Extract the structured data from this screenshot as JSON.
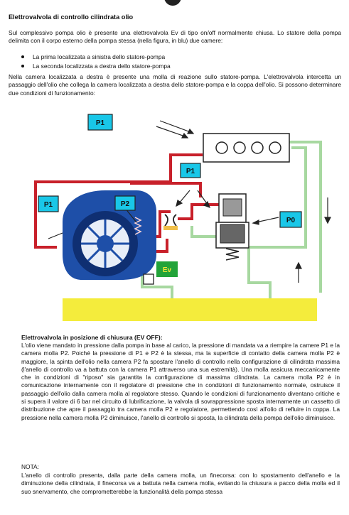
{
  "title": "Elettrovalvola di controllo cilindrata olio",
  "intro": "Sul complessivo pompa olio è presente una elettrovalvola Ev di tipo on/off normalmente chiusa. Lo statore della pompa delimita con il corpo esterno della pompa stessa (nella figura, in blu) due camere:",
  "bullets": [
    "La prima localizzata a sinistra dello statore-pompa",
    "La seconda localizzata a destra dello statore-pompa"
  ],
  "paragraph2": "Nella camera localizzata a destra è presente una molla di reazione sullo statore-pompa. L'elettrovalvola intercetta un passaggio dell'olio che collega la camera localizzata a destra dello statore-pompa e la coppa dell'olio. Si possono determinare due condizioni di funzionamento:",
  "diagram": {
    "labels": {
      "p1_top": "P1",
      "p1_mid": "P1",
      "p1_left": "P1",
      "p2": "P2",
      "p0": "P0",
      "ev": "Ev"
    },
    "colors": {
      "oil_red": "#c8202a",
      "oil_green": "#a7d8a0",
      "pump_blue": "#1e4fa8",
      "label_cyan": "#19c7e8",
      "sump_yellow": "#f4ec3c",
      "ev_green": "#22a339",
      "ev_text": "#f3e63a"
    }
  },
  "section_title": "Elettrovalvola in posizione di chiusura (EV OFF):",
  "section_body": "L'olio viene mandato in pressione dalla pompa in base al carico, la pressione di mandata va a riempire la camere P1 e la camera molla P2. Poiché la pressione di P1 e P2 è la stessa, ma la superficie di contatto della camera molla P2 è maggiore, la spinta dell'olio nella camera P2 fa spostare l'anello di controllo nella configurazione di cilindrata massima (l'anello di controllo va a battuta con la camera P1 attraverso una sua estremità). Una molla assicura meccanicamente che in condizioni di \"riposo\" sia garantita la configurazione di massima cilindrata. La camera molla P2 è in comunicazione internamente con il regolatore di pressione che in condizioni di funzionamento normale, ostruisce il passaggio dell'olio dalla camera molla al regolatore stesso. Quando le condizioni di funzionamento diventano critiche e si supera il valore di 6 bar nel circuito di lubrificazione, la valvola di sovrappressione sposta internamente un cassetto di distribuzione che apre il passaggio tra camera molla P2 e regolatore, permettendo così all'olio di refluire in coppa. La pressione nella camera molla P2 diminuisce, l'anello di controllo si sposta, la cilindrata della pompa dell'olio diminuisce.",
  "note_label": "NOTA:",
  "note_body": "L'anello di controllo presenta, dalla parte della camera molla, un finecorsa: con lo spostamento dell'anello e la diminuzione della cilindrata, il finecorsa va a battuta nella camera molla, evitando la chiusura a pacco della molla ed il suo snervamento, che comprometterebbe la funzionalità della pompa stessa"
}
